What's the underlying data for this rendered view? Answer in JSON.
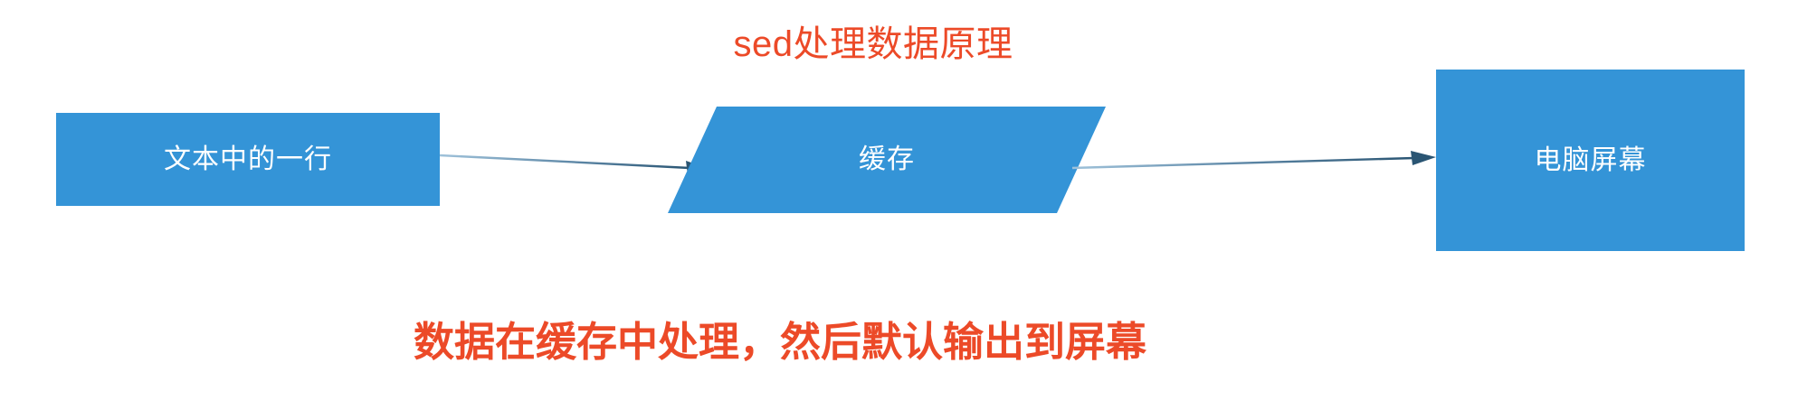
{
  "diagram": {
    "title": "sed处理数据原理",
    "caption": "数据在缓存中处理，然后默认输出到屏幕",
    "background_color": "#ffffff",
    "title_color": "#ec4a28",
    "caption_color": "#ec4a28",
    "node_fill_color": "#3494d7",
    "node_text_color": "#ffffff",
    "connector_color": "#2e5c7a",
    "nodes": [
      {
        "id": "source",
        "label": "文本中的一行",
        "shape": "rectangle"
      },
      {
        "id": "buffer",
        "label": "缓存",
        "shape": "parallelogram"
      },
      {
        "id": "screen",
        "label": "电脑屏幕",
        "shape": "rectangle"
      }
    ],
    "connectors": [
      {
        "id": "source-to-buffer",
        "from": "source",
        "to": "buffer",
        "style": "arrow"
      },
      {
        "id": "buffer-to-screen",
        "from": "buffer",
        "to": "screen",
        "style": "arrow"
      }
    ]
  }
}
